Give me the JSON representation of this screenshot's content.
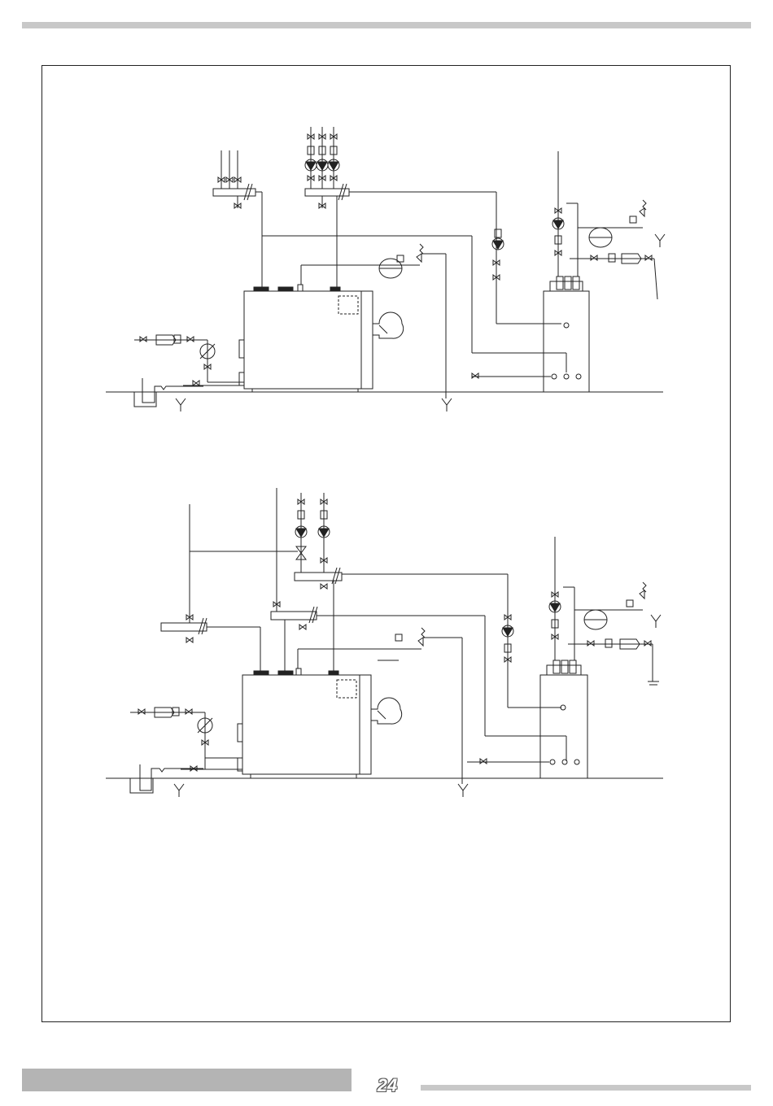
{
  "page": {
    "number": "24"
  },
  "diagrams": [
    {
      "id": "top",
      "direct_circuits": 3,
      "pumped_circuits": 3
    },
    {
      "id": "bottom",
      "direct_circuits": 2,
      "pumped_circuits": 2
    }
  ]
}
